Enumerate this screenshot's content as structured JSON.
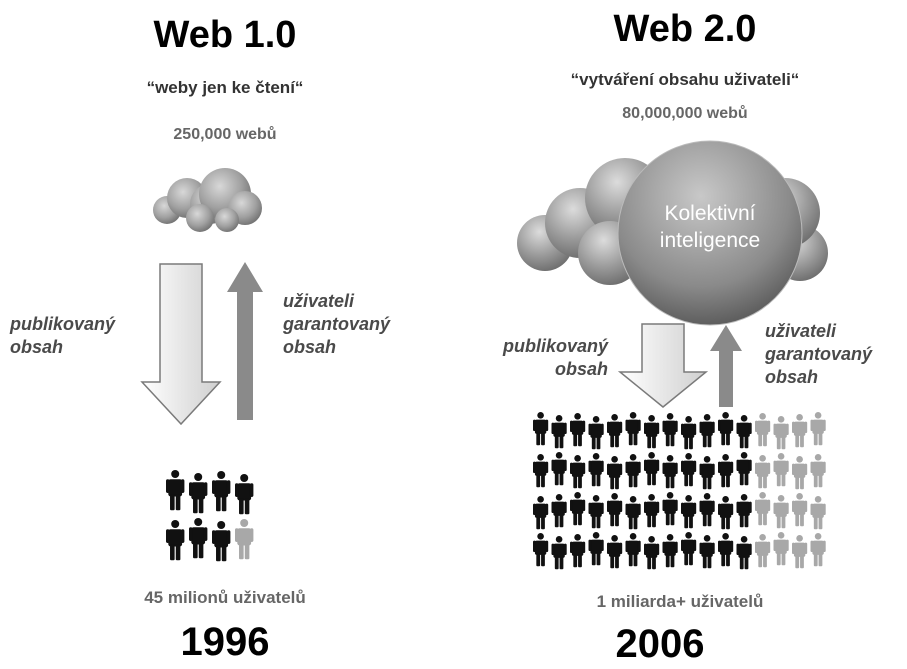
{
  "web1": {
    "title": "Web 1.0",
    "subtitle": "“weby jen ke čtení“",
    "sites": "250,000 webů",
    "flow_down": [
      "publikovaný",
      "obsah"
    ],
    "flow_up": [
      "uživateli",
      "garantovaný",
      "obsah"
    ],
    "users": "45 milionů uživatelů",
    "year": "1996"
  },
  "web2": {
    "title": "Web 2.0",
    "subtitle": "“vytváření obsahu uživateli“",
    "sites": "80,000,000 webů",
    "cloud_label": [
      "Kolektivní",
      "inteligence"
    ],
    "flow_down": [
      "publikovaný",
      "obsah"
    ],
    "flow_up": [
      "uživateli",
      "garantovaný",
      "obsah"
    ],
    "users": "1 miliarda+ uživatelů",
    "year": "2006"
  },
  "colors": {
    "people_dark": "#111111",
    "people_light": "#a8a8a8",
    "arrow_up": "#8a8a8a",
    "arrow_down_outline": "#7a7a7a"
  }
}
